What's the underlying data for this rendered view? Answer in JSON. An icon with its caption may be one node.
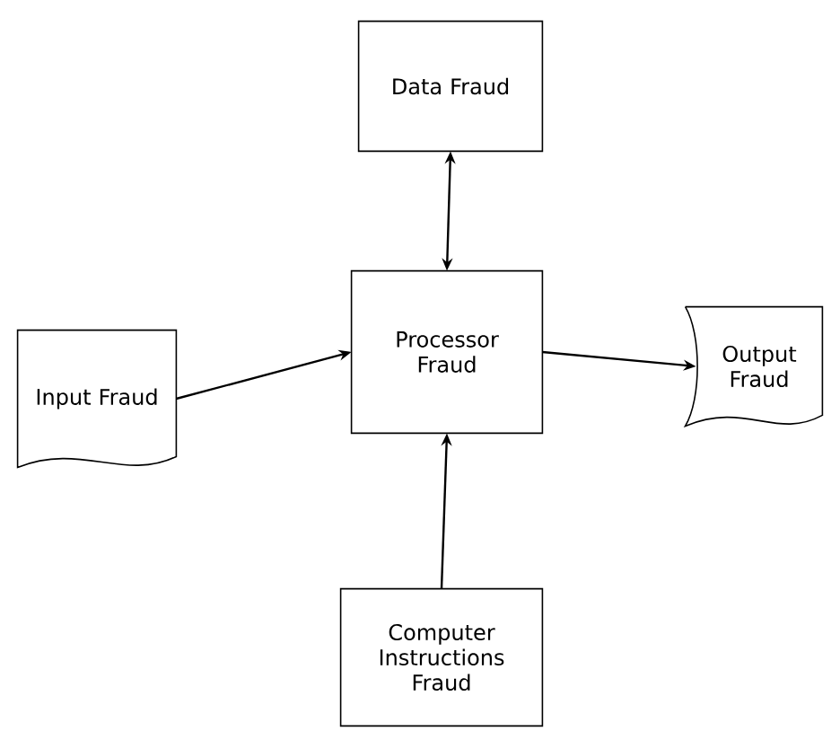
{
  "diagram": {
    "nodes": [
      {
        "text": [
          "Data Fraud"
        ]
      },
      {
        "text": [
          "Input Fraud"
        ]
      },
      {
        "text": [
          "Processor Fraud"
        ]
      },
      {
        "text": [
          "Output Fraud"
        ]
      },
      {
        "text": [
          "Computer Instructions Fraud"
        ]
      }
    ],
    "edges": [
      {
        "from": 0,
        "to": 2,
        "arrow": "both"
      },
      {
        "from": 1,
        "to": 2,
        "arrow": "to"
      },
      {
        "from": 2,
        "to": 3,
        "arrow": "to"
      },
      {
        "from": 4,
        "to": 2,
        "arrow": "to"
      }
    ]
  }
}
